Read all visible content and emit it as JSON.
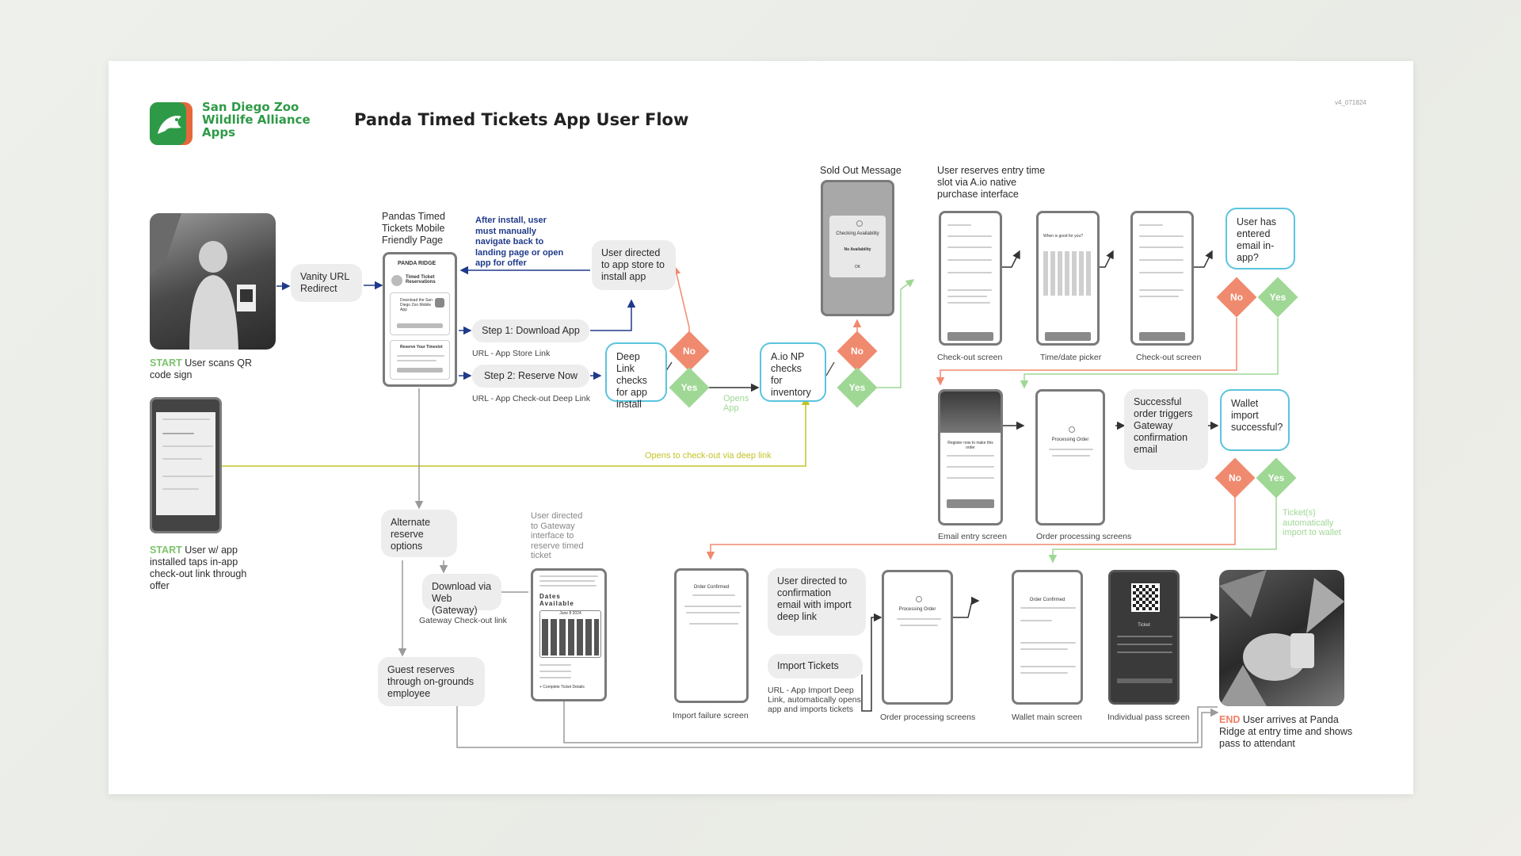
{
  "header": {
    "logo_line1": "San Diego Zoo",
    "logo_line2": "Wildlife Alliance",
    "logo_line3": "Apps",
    "title": "Panda Timed Tickets App User Flow",
    "version": "v4_071824"
  },
  "start1": {
    "tag": "START",
    "text": "User scans QR code sign"
  },
  "start2": {
    "tag": "START",
    "text": "User w/ app installed taps in-app check-out link through offer"
  },
  "end": {
    "tag": "END",
    "text": "User arrives at Panda Ridge at entry time and shows pass to attendant"
  },
  "nodes": {
    "vanity": "Vanity URL Redirect",
    "landing_title": "Pandas Timed Tickets Mobile Friendly Page",
    "after_install": "After install, user must manually navigate back to landing page or open app for offer",
    "app_store": "User directed to app store to install app",
    "step1": "Step 1: Download App",
    "step1_caption": "URL - App Store Link",
    "step2": "Step 2: Reserve Now",
    "step2_caption": "URL - App Check-out Deep Link",
    "deeplink": "Deep Link checks for app install",
    "opens_app": "Opens App",
    "aio": "A.io NP checks for inventory",
    "sold_out_title": "Sold Out Message",
    "reserves_title": "User reserves entry time slot via A.io native purchase interface",
    "checkout_screen": "Check-out screen",
    "datepicker_screen": "Time/date picker",
    "checkout_screen2": "Check-out screen",
    "email_question": "User has entered email in-app?",
    "email_screen": "Email entry screen",
    "order_processing1": "Order processing screens",
    "success_trigger": "Successful order triggers Gateway confirmation email",
    "wallet_question": "Wallet import successful?",
    "tickets_auto": "Ticket(s) automatically import to wallet",
    "deeplink_checkout": "Opens to check-out via deep link",
    "alternate": "Alternate reserve options",
    "download_web": "Download via Web (Gateway)",
    "gateway_caption": "Gateway Check-out link",
    "guest": "Guest reserves through on-grounds employee",
    "gateway_directed": "User directed to Gateway interface to reserve timed ticket",
    "import_failure": "Import failure screen",
    "confirm_email": "User directed to confirmation email with import deep link",
    "import_tickets": "Import Tickets",
    "import_caption": "URL - App Import Deep Link, automatically opens app and imports tickets",
    "order_processing2": "Order processing screens",
    "wallet_main": "Wallet main screen",
    "pass_screen": "Individual pass screen"
  },
  "decisions": {
    "no": "No",
    "yes": "Yes"
  },
  "mock": {
    "checking": "Checking Availability",
    "no_availability": "No Availability",
    "ok": "OK",
    "processing": "Processing Order",
    "order_confirmed": "Order Confirmed",
    "dates": "Dates Available",
    "register": "Register now to make this order",
    "when": "When is good for you?",
    "pass": "Ticket",
    "panda_ridge": "PANDA RIDGE",
    "timed_reservations": "Timed Ticket Reservations",
    "reserve_timeslot": "Reserve Your Timeslot",
    "download_app": "Download the San Diego Zoo Mobile App",
    "gw_date": "June 8 2024",
    "gw_link": "+ Complete Ticket Details"
  },
  "colors": {
    "no": "#f08a6f",
    "yes": "#9fd795",
    "blue_box": "#5bc4de",
    "navy": "#1f3a8a",
    "olive": "#c3c32a",
    "logo_green": "#2e9a47",
    "logo_orange": "#e5673b"
  }
}
